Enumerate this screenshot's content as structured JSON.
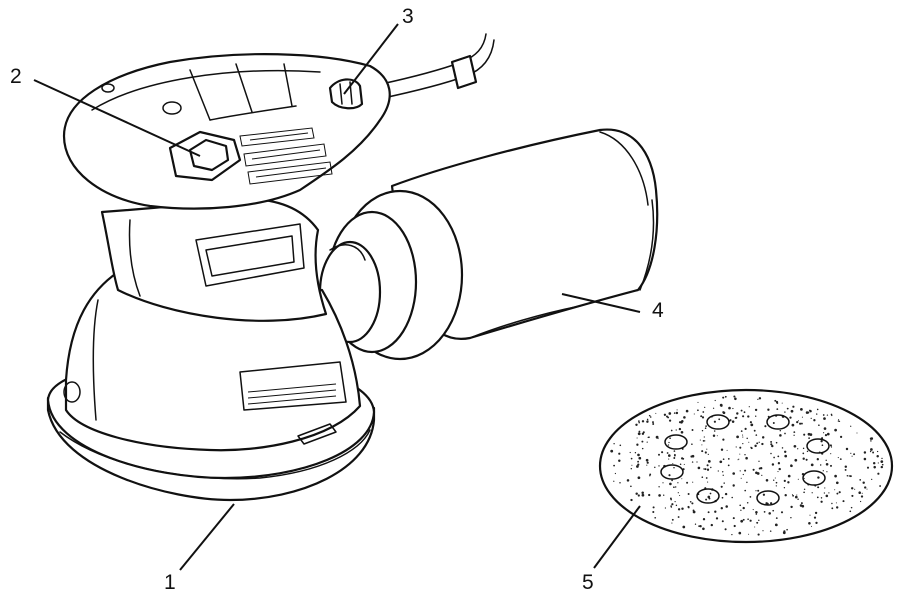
{
  "diagram": {
    "subject": "random-orbit-sander",
    "callouts": [
      {
        "id": "1",
        "label": "1"
      },
      {
        "id": "2",
        "label": "2"
      },
      {
        "id": "3",
        "label": "3"
      },
      {
        "id": "4",
        "label": "4"
      },
      {
        "id": "5",
        "label": "5"
      }
    ]
  }
}
